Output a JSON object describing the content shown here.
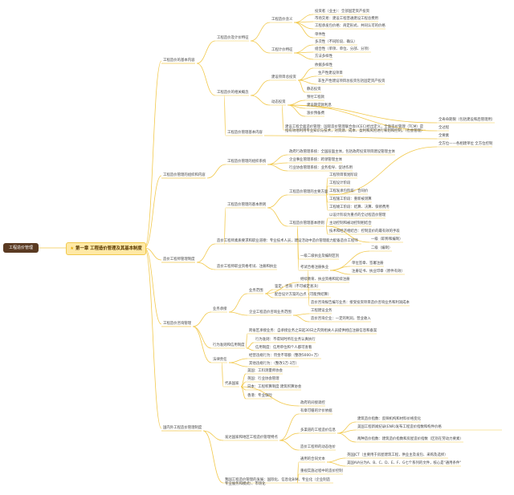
{
  "root": "工程造价管理",
  "hub": {
    "label": "第一章 工程造价管理及其基本制度",
    "icon": "star-icon"
  },
  "colors": {
    "branch": "#f2c94c",
    "root_bg": "#5a3a22",
    "hub_bg": "#ffe9a6"
  },
  "sections": [
    {
      "title": "工程造价的基本内容",
      "groups": [
        {
          "title": "工程造价及计价特征",
          "subs": [
            {
              "title": "工程造价含义",
              "items": [
                "投资者（业主）：全部固定资产投资",
                "市场交易：建设工程普通建设工程总费用",
                "工程承发包价格：商定形式、共同认可的价格"
              ]
            },
            {
              "title": "工程计价特征",
              "items": [
                "单件性",
                "多次性（不同阶段、确认）",
                "组合性（单项、单位、分部、分项）",
                "方法多样性",
                "依据多样性"
              ]
            }
          ]
        },
        {
          "title": "工程造价的相关概念",
          "subs": [
            {
              "title": "建设项目总投资",
              "items": [
                "生产性建设项目",
                "非生产性建设项目总投资包括固定资产投资"
              ]
            },
            {
              "title": "动态投资",
              "items": [
                "静态投资",
                "预付工程款",
                "建设期贷款利息",
                "涨价预备费"
              ]
            }
          ]
        }
      ]
    },
    {
      "title": "工程造价管理的组织和内容",
      "groups": [
        {
          "title": "工程造价管理基本内容",
          "text": "建设工程全面造价管理：国际造价管理联合会(ICEC)给出定义，全面造价管理（TCM）是指有效地利用专业知识与技术，对资源、成本、盈利和风险进行筹划和控制。（也会管理）",
          "items": [
            "全寿命期限（包括建设和后管理用）",
            "全过程",
            "全要素",
            "全方位——各相建单位 全方位控制"
          ]
        },
        {
          "title": "工程造价管理的组织系统",
          "items": [
            "政府行政管理系统：全国层面主体，包括政府投资项目建设管理主体",
            "企业事业管理系统：跨领管理主体",
            "行业协会管理系统：业务指导、促进作用"
          ]
        },
        {
          "title": "工程造价管理的基本原则",
          "subs": [
            {
              "title": "工程造价管理的主要方面",
              "items": [
                "工程项目策划阶段",
                "工程设计阶段",
                "工程发承包阶段：合同价",
                "工程施工阶段：重新被测算",
                "工程竣工阶段：结算、决算、保修费用"
              ]
            },
            {
              "title": "工程造价管理基本原则",
              "items": [
                "以设计阶段为重点的全过程造价管理",
                "主动控制和被动控制相结合",
                "技术和经济相结合：控制造价的最有效的手段"
              ]
            }
          ]
        }
      ]
    },
    {
      "title": "造价工程师管理制度",
      "groups": [
        {
          "title": "造价工程师素质要求和职业道德：专业技术人员，建设活动中造价管理能力配备造价工程师",
          "items": [
            "一级（职称和编制）",
            "二级（编制）"
          ]
        },
        {
          "title": "造价工程师职业资格考试、注册和执业",
          "subs": [
            {
              "title": "",
              "items": [
                "一级二级执业及编制区别"
              ]
            },
            {
              "title": "考试合格注册执业",
              "items": [
                "单位签章、签署注册",
                "注册证书、执业印章（原件有效）"
              ]
            },
            {
              "title": "",
              "items": [
                "继续教育、执业资格和延续注册"
              ]
            }
          ]
        }
      ]
    },
    {
      "title": "工程造价咨询管理",
      "groups": [
        {
          "title": "业务承接",
          "subs": [
            {
              "title": "业务范围",
              "items": [
                "鉴定、咨询（不可被定查决）",
                "配合设计方案的占点（可能预结算）"
              ]
            },
            {
              "title": "企业工程造价咨询业务范围",
              "items": [
                "造价咨询报告编写业务：接受投资项目造价咨询业务和利润成本",
                "工程建设业务",
                "造价咨询企业：一定的利润，营业收入"
              ]
            },
            {
              "title": "",
              "items": [
                "跨省区承接业务：自承接业务之日起30日之内到相关人员提供相应注册信息和备案"
              ]
            }
          ]
        },
        {
          "title": "行为准则和信用制度",
          "items": [
            "行为准则：不得同时所在业务认真执行",
            "信用制度：信用单位和个人都可查看"
          ]
        },
        {
          "title": "法律责任",
          "items": [
            "经营违规行为：罚金不等额（整改5000+万）",
            "其他违规行为：（整改1万-3万）"
          ]
        }
      ]
    },
    {
      "title": "国内外工程造价管理制度",
      "groups": [
        {
          "title": "代表国家",
          "items": [
            "美国：工料测量师协会",
            "英国：行业协会管理",
            "日本：工程积算制度 建筑积算协会",
            "香港：专业保险"
          ]
        },
        {
          "title": "发达国家和地区工程造价管理特点",
          "subs": [
            {
              "title": "",
              "items": [
                "政府的间接调控",
                "有章可循的计价依据"
              ]
            },
            {
              "title": "多渠道的工程造价信息",
              "items": [
                "建筑造价指数：反映机构和材料价格变化",
                "美国工程新闻纪录(ENR)发布工程造价指数和构件价格",
                "两种造价指数：建筑造价指数和房屋造价指数（区别在劳动力要素）"
              ]
            },
            {
              "title": "",
              "items": [
                "造价工程师的动态估价"
              ]
            },
            {
              "title": "通用的合同文本",
              "items": [
                "英国JCT（主要用于房屋建筑工程，供业主及发包、采购及选择）",
                "美国AIA分为A、B、C、D、E、F、G七个系列的文件，核心是\"通用条件\""
              ]
            },
            {
              "title": "",
              "items": [
                "重视实施过程中的造价控制"
              ]
            }
          ]
        },
        {
          "title": "我国工程造价管理的发展：国际化、信息化BIM、专业化（企业制造专业服务和模式）、市场化",
          "items": []
        }
      ]
    }
  ]
}
